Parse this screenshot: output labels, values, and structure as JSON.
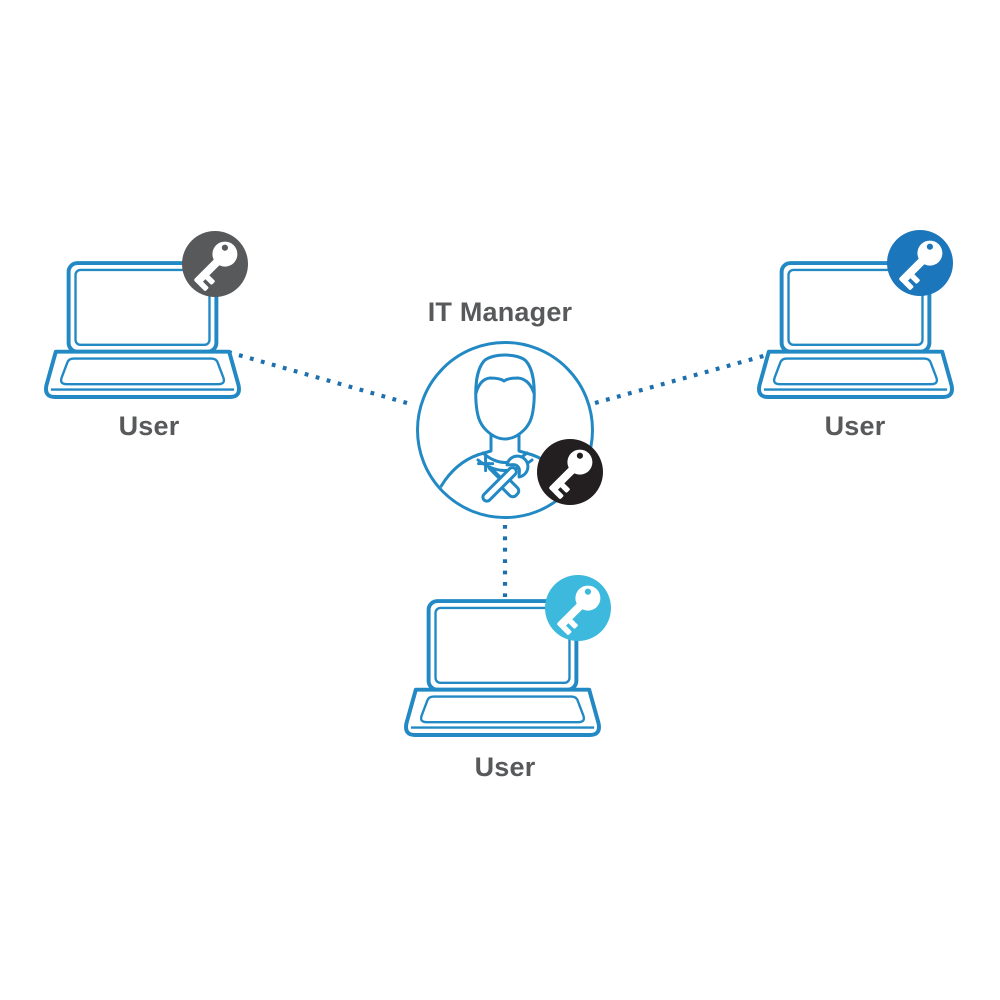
{
  "diagram_type": "hub-and-spoke access diagram",
  "nodes": {
    "manager": {
      "label": "IT Manager",
      "icon": "person-with-tools",
      "badge_icon": "key",
      "badge_color": "#231F20"
    },
    "user_left": {
      "label": "User",
      "icon": "laptop",
      "badge_icon": "key",
      "badge_color": "#58595B"
    },
    "user_right": {
      "label": "User",
      "icon": "laptop",
      "badge_icon": "key",
      "badge_color": "#1B76BC"
    },
    "user_bottom": {
      "label": "User",
      "icon": "laptop",
      "badge_icon": "key",
      "badge_color": "#3CB9DC"
    }
  },
  "connections": [
    {
      "from": "manager",
      "to": "user_left",
      "style": "dotted"
    },
    {
      "from": "manager",
      "to": "user_right",
      "style": "dotted"
    },
    {
      "from": "manager",
      "to": "user_bottom",
      "style": "dotted"
    }
  ],
  "colors": {
    "outline_blue": "#2289C4",
    "dotted_line": "#1E6FAE",
    "text_gray": "#58595B",
    "background": "#FFFFFF",
    "key_glyph": "#FFFFFF"
  }
}
